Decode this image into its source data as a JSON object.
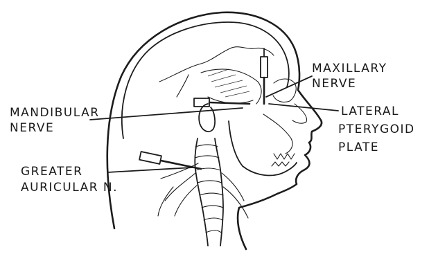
{
  "labels": {
    "maxillary_line1": "MAXILLARY",
    "maxillary_line2": "NERVE",
    "mandibular_line1": "MANDIBULAR",
    "mandibular_line2": "NERVE",
    "lateral_line1": "LATERAL",
    "lateral_line2": "PTERYGOID",
    "lateral_line3": "PLATE",
    "greater_line1": "GREATER",
    "greater_line2": "AURICULAR N."
  },
  "colors": {
    "ink": "#1c1c1c",
    "paper": "#ffffff"
  }
}
